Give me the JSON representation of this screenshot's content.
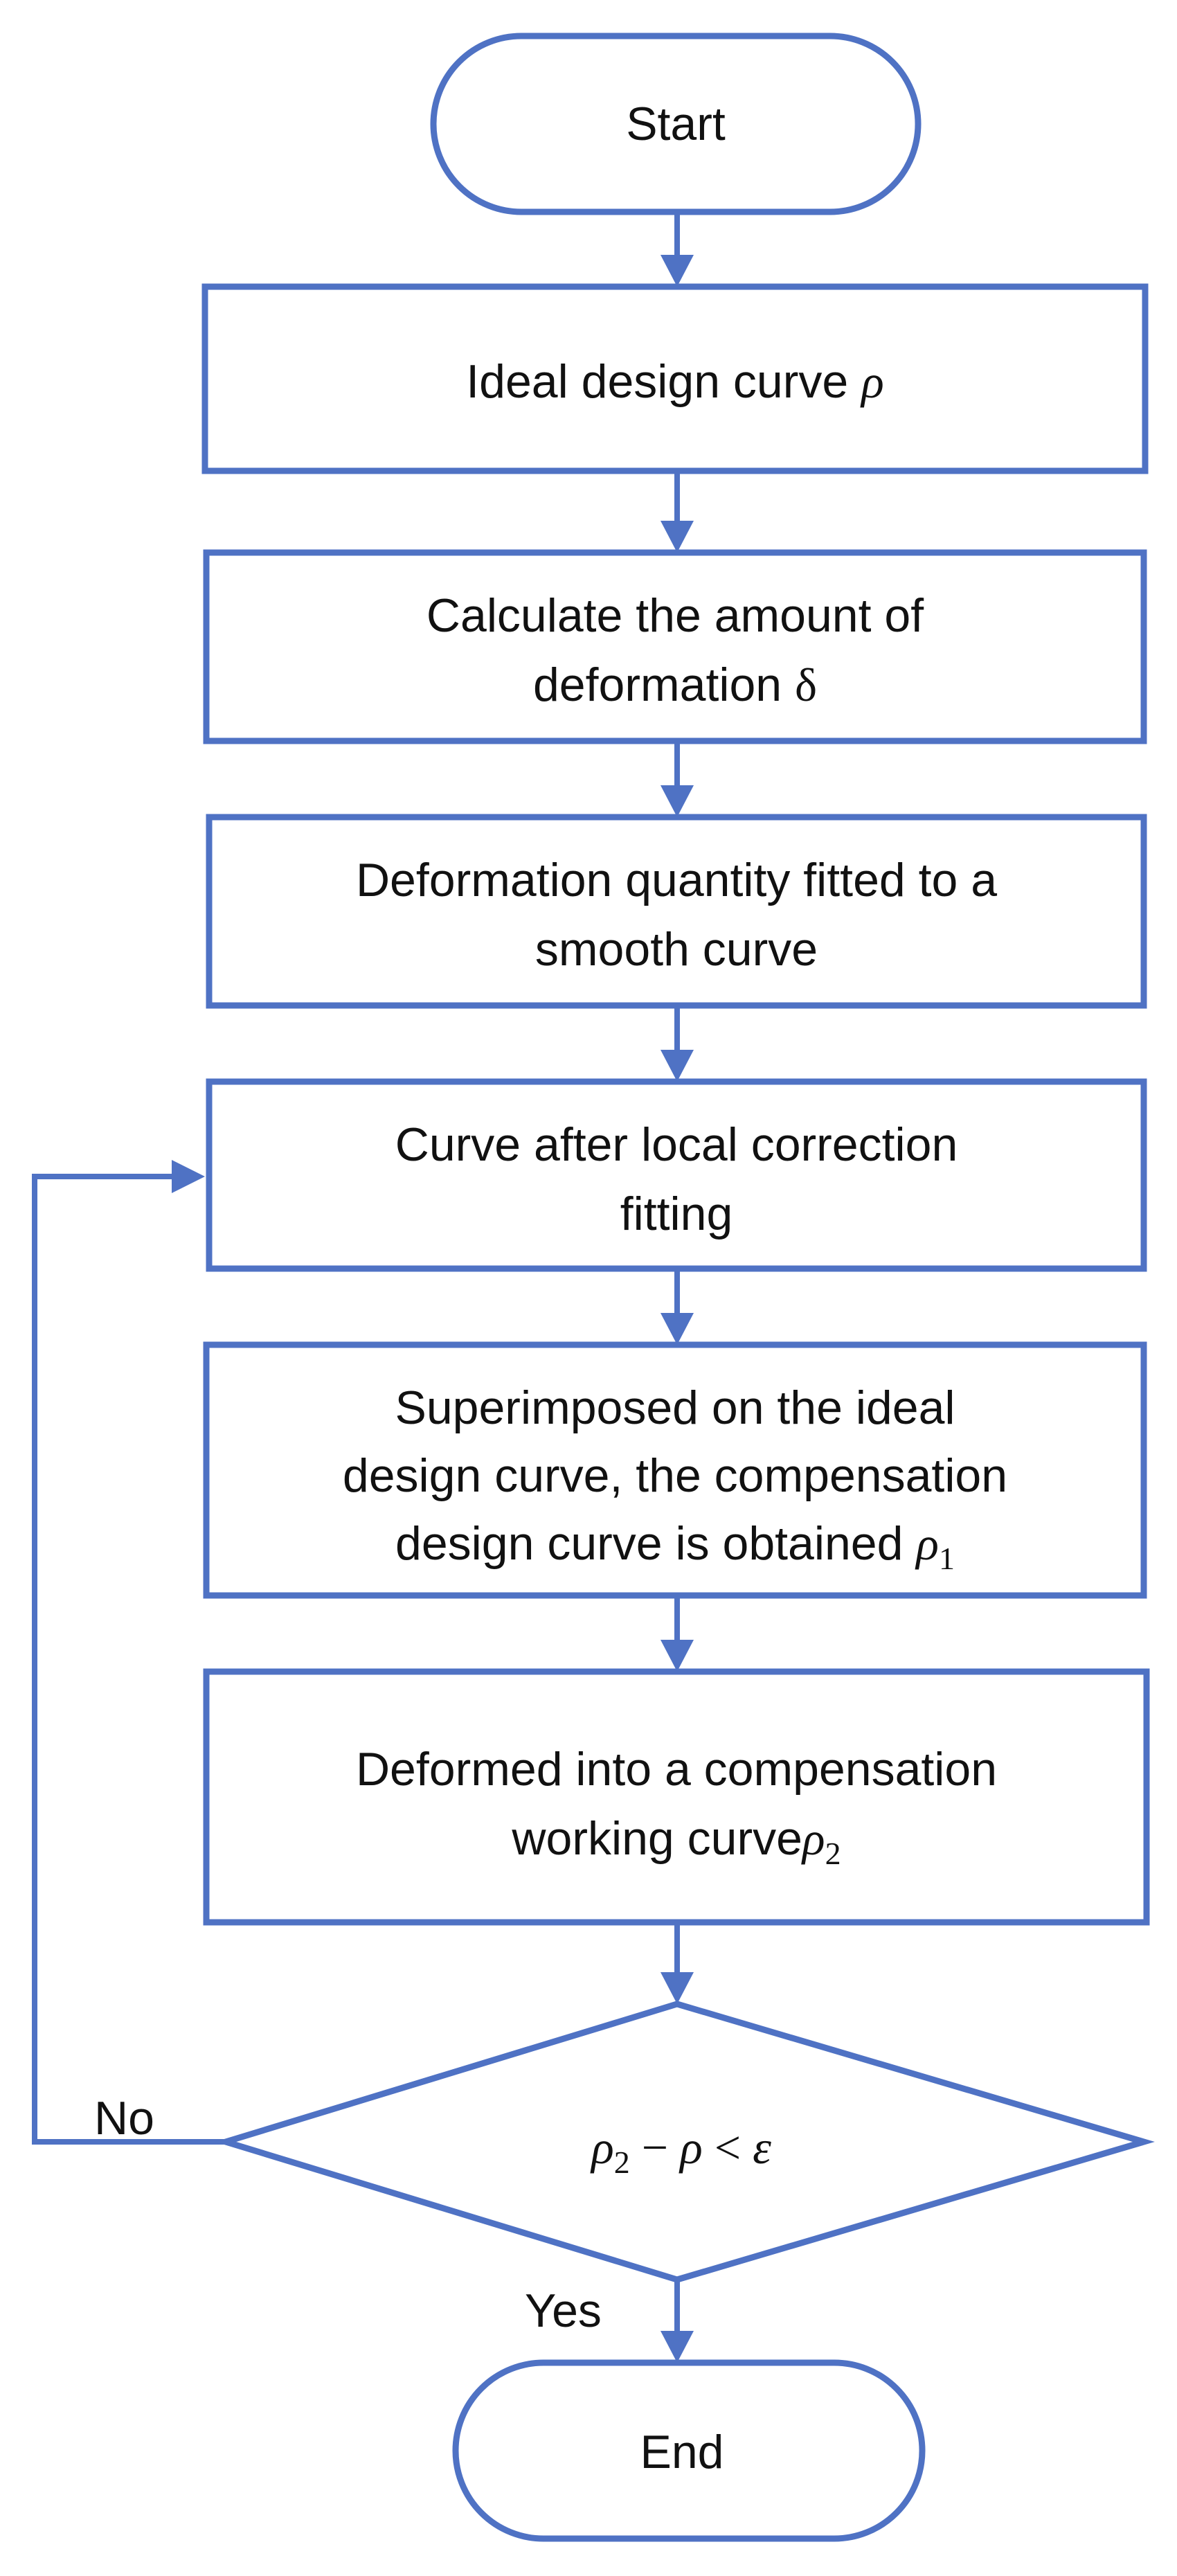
{
  "flowchart": {
    "start": "Start",
    "ideal": {
      "text": "Ideal design curve ",
      "symbol": "ρ"
    },
    "calculate": {
      "line1": "Calculate the amount of",
      "line2": "deformation ",
      "symbol": "δ"
    },
    "fit": {
      "line1": "Deformation quantity fitted to a",
      "line2": "smooth curve"
    },
    "correction": {
      "line1": "Curve after local correction",
      "line2": "fitting"
    },
    "superimpose": {
      "line1": "Superimposed on the ideal",
      "line2": "design curve, the compensation",
      "line3": "design curve is obtained ",
      "symbol": "ρ",
      "subscript": "1"
    },
    "deform": {
      "line1": "Deformed into a compensation",
      "line2": "working curve",
      "symbol": "ρ",
      "subscript": "2"
    },
    "decision": {
      "rho": "ρ",
      "sub": "2",
      "minus": " − ",
      "rho2": "ρ",
      "lt": " < ",
      "eps": "ε"
    },
    "no_label": "No",
    "yes_label": "Yes",
    "end": "End"
  },
  "colors": {
    "stroke": "#4f72c4",
    "text": "#111111",
    "background": "#ffffff"
  }
}
